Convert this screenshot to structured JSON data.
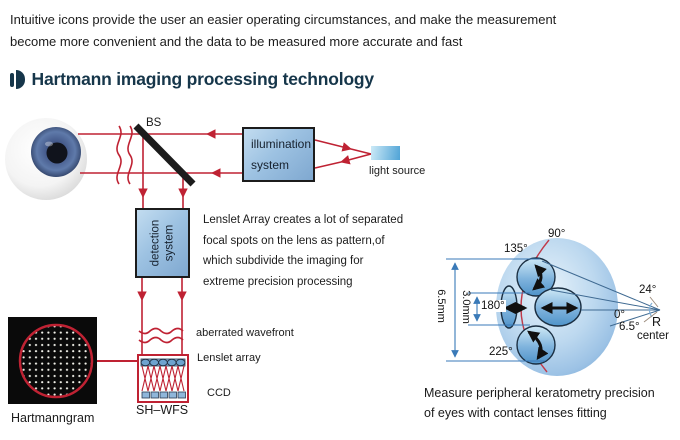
{
  "intro": {
    "text": "Intuitive icons provide the user an easier operating circumstances, and make the measurement\nbecome more convenient and the data to be measured more accurate and fast"
  },
  "heading": {
    "title": "Hartmann imaging processing technology"
  },
  "wavefront_diagram": {
    "bs_label": "BS",
    "illumination_line1": "illumination",
    "illumination_line2": "system",
    "light_source_label": "light source",
    "detection_line1": "detection",
    "detection_line2": "system",
    "lenslet_note": "Lenslet Array creates a lot of separated\nfocal spots on the lens as pattern,of\nwhich subdivide the imaging for\nextreme precision processing",
    "aberrated_label": "aberrated wavefront",
    "lenslet_array_label": "Lenslet array",
    "ccd_label": "CCD",
    "shwfs_label": "SH–WFS",
    "hartmanngram_label": "Hartmanngram"
  },
  "keratometry_diagram": {
    "angle_90": "90°",
    "angle_135": "135°",
    "angle_180": "180°",
    "angle_225": "225°",
    "angle_24": "24°",
    "angle_0": "0°",
    "angle_6_5": "6.5°",
    "r_label": "R",
    "center_label": "center",
    "dim_outer": "6.5mm",
    "dim_inner": "3.0mm",
    "caption": "Measure peripheral keratometry precision\nof eyes with contact lenses fitting"
  },
  "colors": {
    "accent_red": "#bf2233",
    "heading_navy": "#16364a",
    "box_blue_light": "#c2dcf0",
    "box_blue_dark": "#7fa8d0",
    "dimension_blue": "#3a7ab8",
    "sphere_blue": "#a6c9e8",
    "black_bar": "#1c1c1c"
  }
}
